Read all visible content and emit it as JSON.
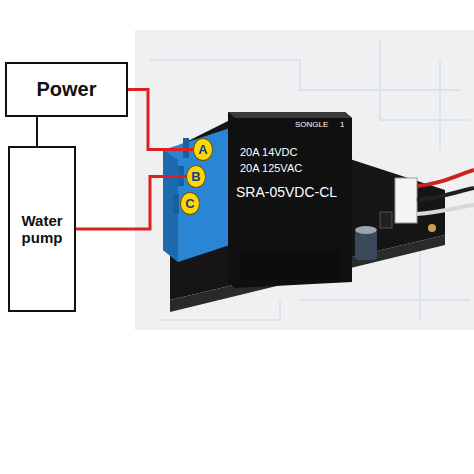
{
  "diagram": {
    "nodes": [
      {
        "text": [
          "Power"
        ]
      },
      {
        "text": [
          "Water pump"
        ]
      },
      {
        "text": [
          "A"
        ]
      },
      {
        "text": [
          "B"
        ]
      },
      {
        "text": [
          "C"
        ]
      }
    ],
    "edges": [
      {
        "from": 0,
        "to": 2,
        "arrow": "none"
      },
      {
        "from": 1,
        "to": 3,
        "arrow": "none"
      },
      {
        "from": 0,
        "to": 1,
        "arrow": "none"
      }
    ],
    "labels": [
      "SONGLE",
      "1",
      "20A 14VDC",
      "20A 125VAC",
      "SRA-05VDC-CL"
    ]
  }
}
